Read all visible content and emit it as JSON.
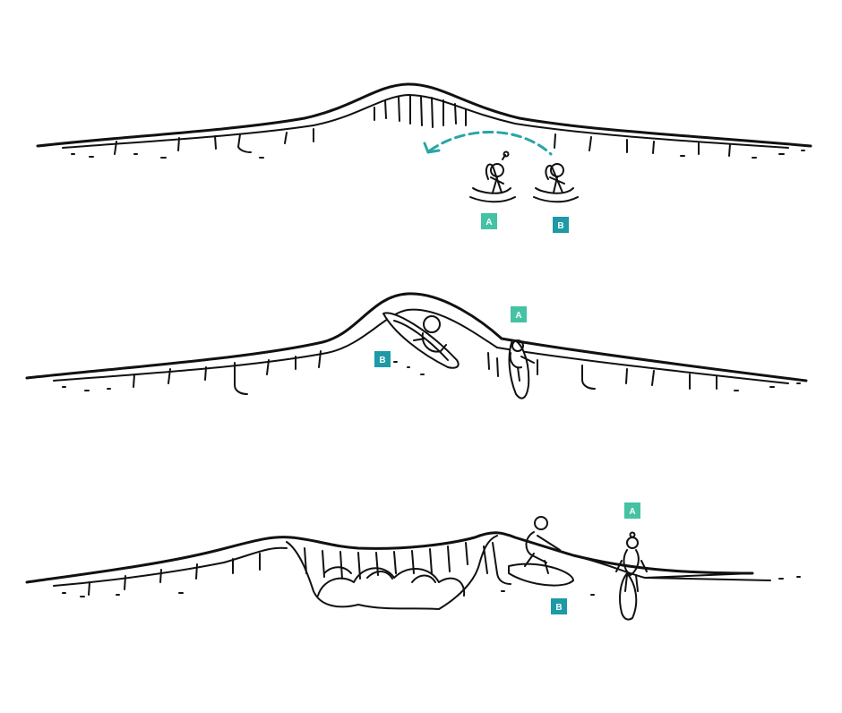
{
  "labels": {
    "a": "A",
    "b": "B"
  },
  "colors": {
    "ink": "#111111",
    "label_a": "#45c1a4",
    "label_b": "#1d9aa6",
    "path_dashed": "#27a6a6",
    "background": "#ffffff"
  },
  "panels": [
    {
      "name": "panel-1",
      "labels": [
        "A",
        "B"
      ]
    },
    {
      "name": "panel-2",
      "labels": [
        "A",
        "B"
      ]
    },
    {
      "name": "panel-3",
      "labels": [
        "A",
        "B"
      ]
    }
  ]
}
